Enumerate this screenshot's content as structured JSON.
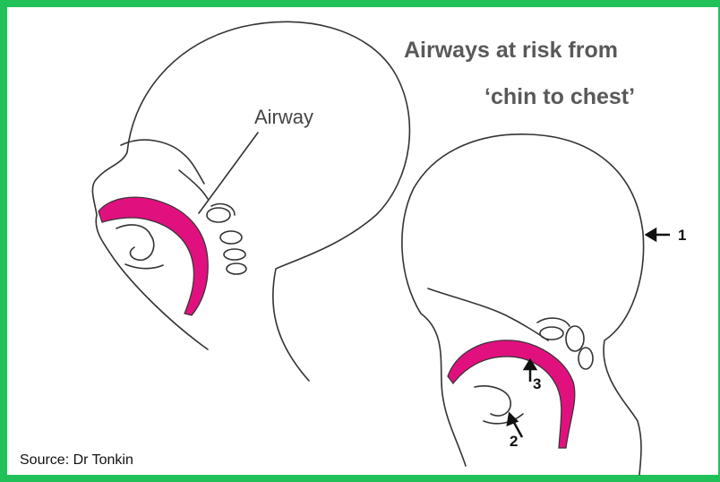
{
  "title_line1": "Airways at risk from",
  "title_line2": "‘chin to chest’",
  "labels": {
    "airway": "Airway",
    "marker_1": "1",
    "marker_2": "2",
    "marker_3": "3"
  },
  "source": "Source: Dr Tonkin",
  "colors": {
    "border": "#21c15a",
    "airway": "#e0117f",
    "line": "#333333",
    "title": "#595959"
  }
}
